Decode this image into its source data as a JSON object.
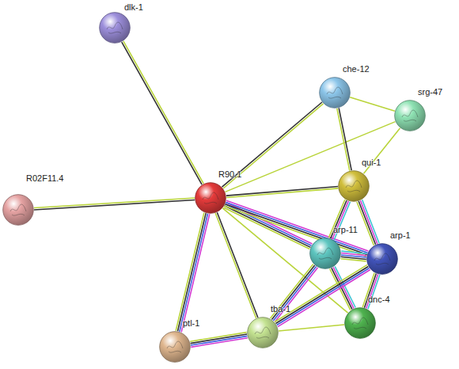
{
  "diagram": {
    "nodes": [
      {
        "text": [
          "dlk-1"
        ]
      },
      {
        "text": [
          "che-12"
        ]
      },
      {
        "text": [
          "srg-47"
        ]
      },
      {
        "text": [
          "R02F11.4"
        ]
      },
      {
        "text": [
          "R90.1"
        ]
      },
      {
        "text": [
          "qui-1"
        ]
      },
      {
        "text": [
          "arp-11"
        ]
      },
      {
        "text": [
          "arp-1"
        ]
      },
      {
        "text": [
          "tba-1"
        ]
      },
      {
        "text": [
          "dnc-4"
        ]
      },
      {
        "text": [
          "ptl-1"
        ]
      }
    ],
    "edges": [
      {
        "from": 4,
        "to": 0,
        "arrow": "none"
      },
      {
        "from": 4,
        "to": 3,
        "arrow": "none"
      },
      {
        "from": 4,
        "to": 1,
        "arrow": "none"
      },
      {
        "from": 4,
        "to": 2,
        "arrow": "none"
      },
      {
        "from": 4,
        "to": 5,
        "arrow": "none"
      },
      {
        "from": 4,
        "to": 6,
        "arrow": "none"
      },
      {
        "from": 4,
        "to": 7,
        "arrow": "none"
      },
      {
        "from": 4,
        "to": 9,
        "arrow": "none"
      },
      {
        "from": 4,
        "to": 8,
        "arrow": "none"
      },
      {
        "from": 4,
        "to": 10,
        "arrow": "none"
      },
      {
        "from": 1,
        "to": 2,
        "arrow": "none"
      },
      {
        "from": 1,
        "to": 5,
        "arrow": "none"
      },
      {
        "from": 2,
        "to": 5,
        "arrow": "none"
      },
      {
        "from": 5,
        "to": 6,
        "arrow": "none"
      },
      {
        "from": 5,
        "to": 7,
        "arrow": "none"
      },
      {
        "from": 6,
        "to": 7,
        "arrow": "none"
      },
      {
        "from": 6,
        "to": 9,
        "arrow": "none"
      },
      {
        "from": 7,
        "to": 9,
        "arrow": "none"
      },
      {
        "from": 6,
        "to": 8,
        "arrow": "none"
      },
      {
        "from": 7,
        "to": 8,
        "arrow": "none"
      },
      {
        "from": 8,
        "to": 10,
        "arrow": "none"
      },
      {
        "from": 8,
        "to": 9,
        "arrow": "none"
      }
    ]
  }
}
